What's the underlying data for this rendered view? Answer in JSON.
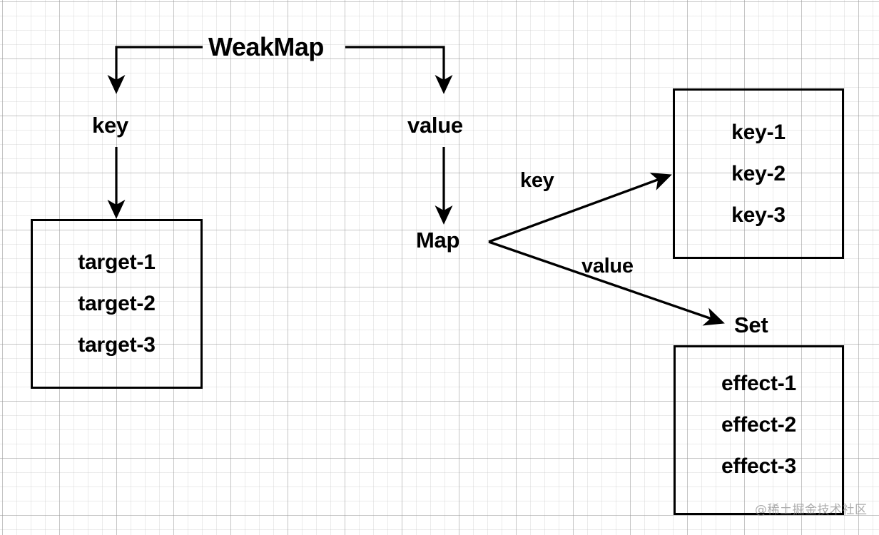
{
  "diagram": {
    "title": "WeakMap",
    "nodes": {
      "weakmap": "WeakMap",
      "key_branch": "key",
      "value_branch": "value",
      "map": "Map",
      "set": "Set"
    },
    "edge_labels": {
      "map_to_keys": "key",
      "map_to_set": "value"
    },
    "boxes": [
      {
        "name": "targets-box",
        "items": [
          "target-1",
          "target-2",
          "target-3"
        ]
      },
      {
        "name": "keys-box",
        "items": [
          "key-1",
          "key-2",
          "key-3"
        ]
      },
      {
        "name": "effects-box",
        "items": [
          "effect-1",
          "effect-2",
          "effect-3"
        ]
      }
    ],
    "watermark": "@稀土掘金技术社区",
    "colors": {
      "stroke": "#000000",
      "background": "#ffffff",
      "grid_major": "#969696",
      "grid_minor": "#bebebe"
    }
  }
}
